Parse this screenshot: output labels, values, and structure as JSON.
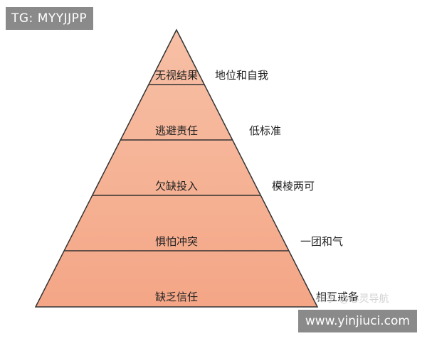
{
  "tag": "TG: MYYJJPP",
  "watermark_url": "www.yinjiuci.com",
  "watermark_zhihu": "知乎 @心灵导航",
  "colors": {
    "fill": "#f5af91",
    "stroke": "#333333",
    "text": "#222222"
  },
  "levels": [
    {
      "label": "无视结果",
      "note": "地位和自我"
    },
    {
      "label": "逃避责任",
      "note": "低标准"
    },
    {
      "label": "欠缺投入",
      "note": "模棱两可"
    },
    {
      "label": "惧怕冲突",
      "note": "一团和气"
    },
    {
      "label": "缺乏信任",
      "note": "相互戒备"
    }
  ]
}
